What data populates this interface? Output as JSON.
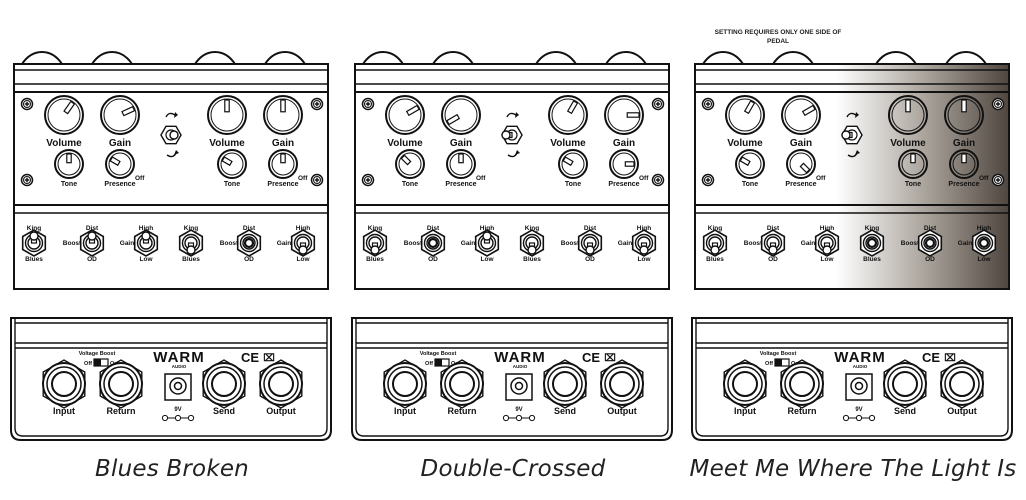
{
  "diagram_title": "Warm Audio pedal setting diagrams",
  "brand": {
    "logo": "WARM",
    "sub": "AUDIO",
    "ce": "CE",
    "weee": "⌧"
  },
  "labels": {
    "volume": "Volume",
    "gain": "Gain",
    "tone": "Tone",
    "presence": "Presence",
    "off": "Off",
    "king": "King",
    "blues": "Blues",
    "dist": "Dist",
    "boost": "Boost",
    "od": "OD",
    "high": "High",
    "gain_sw": "Gain",
    "low": "Low",
    "voltage_boost": "Voltage Boost",
    "vb_off": "Off",
    "vb_on": "On",
    "input": "Input",
    "return": "Return",
    "power": "9V",
    "send": "Send",
    "output": "Output"
  },
  "pedals": [
    {
      "name": "Blues Broken",
      "note": "",
      "right_side_faded": false,
      "order_toggle": "center",
      "channels": [
        {
          "side": "left",
          "volume_deg": 35,
          "gain_deg": 65,
          "tone_deg": 0,
          "presence_deg": -60,
          "king_blues": "king",
          "boost_od": "dist",
          "gain_low": "high"
        },
        {
          "side": "right",
          "volume_deg": 0,
          "gain_deg": 0,
          "tone_deg": -60,
          "presence_deg": 0,
          "king_blues": "blues",
          "boost_od": "center",
          "gain_low": "low"
        }
      ]
    },
    {
      "name": "Double-Crossed",
      "note": "",
      "right_side_faded": false,
      "order_toggle": "left",
      "channels": [
        {
          "side": "left",
          "volume_deg": 60,
          "gain_deg": -120,
          "tone_deg": -45,
          "presence_deg": 0,
          "king_blues": "blues",
          "boost_od": "center",
          "gain_low": "high"
        },
        {
          "side": "right",
          "volume_deg": 30,
          "gain_deg": 90,
          "tone_deg": -60,
          "presence_deg": 90,
          "king_blues": "blues",
          "boost_od": "od",
          "gain_low": "low"
        }
      ]
    },
    {
      "name": "Meet Me Where The Light Is",
      "note": "SETTING REQUIRES ONLY ONE SIDE OF PEDAL",
      "right_side_faded": true,
      "order_toggle": "left",
      "channels": [
        {
          "side": "left",
          "volume_deg": 30,
          "gain_deg": 60,
          "tone_deg": -60,
          "presence_deg": 135,
          "king_blues": "blues",
          "boost_od": "od",
          "gain_low": "low"
        },
        {
          "side": "right",
          "volume_deg": 0,
          "gain_deg": 0,
          "tone_deg": 0,
          "presence_deg": 0,
          "king_blues": "center",
          "boost_od": "center",
          "gain_low": "center"
        }
      ]
    }
  ]
}
